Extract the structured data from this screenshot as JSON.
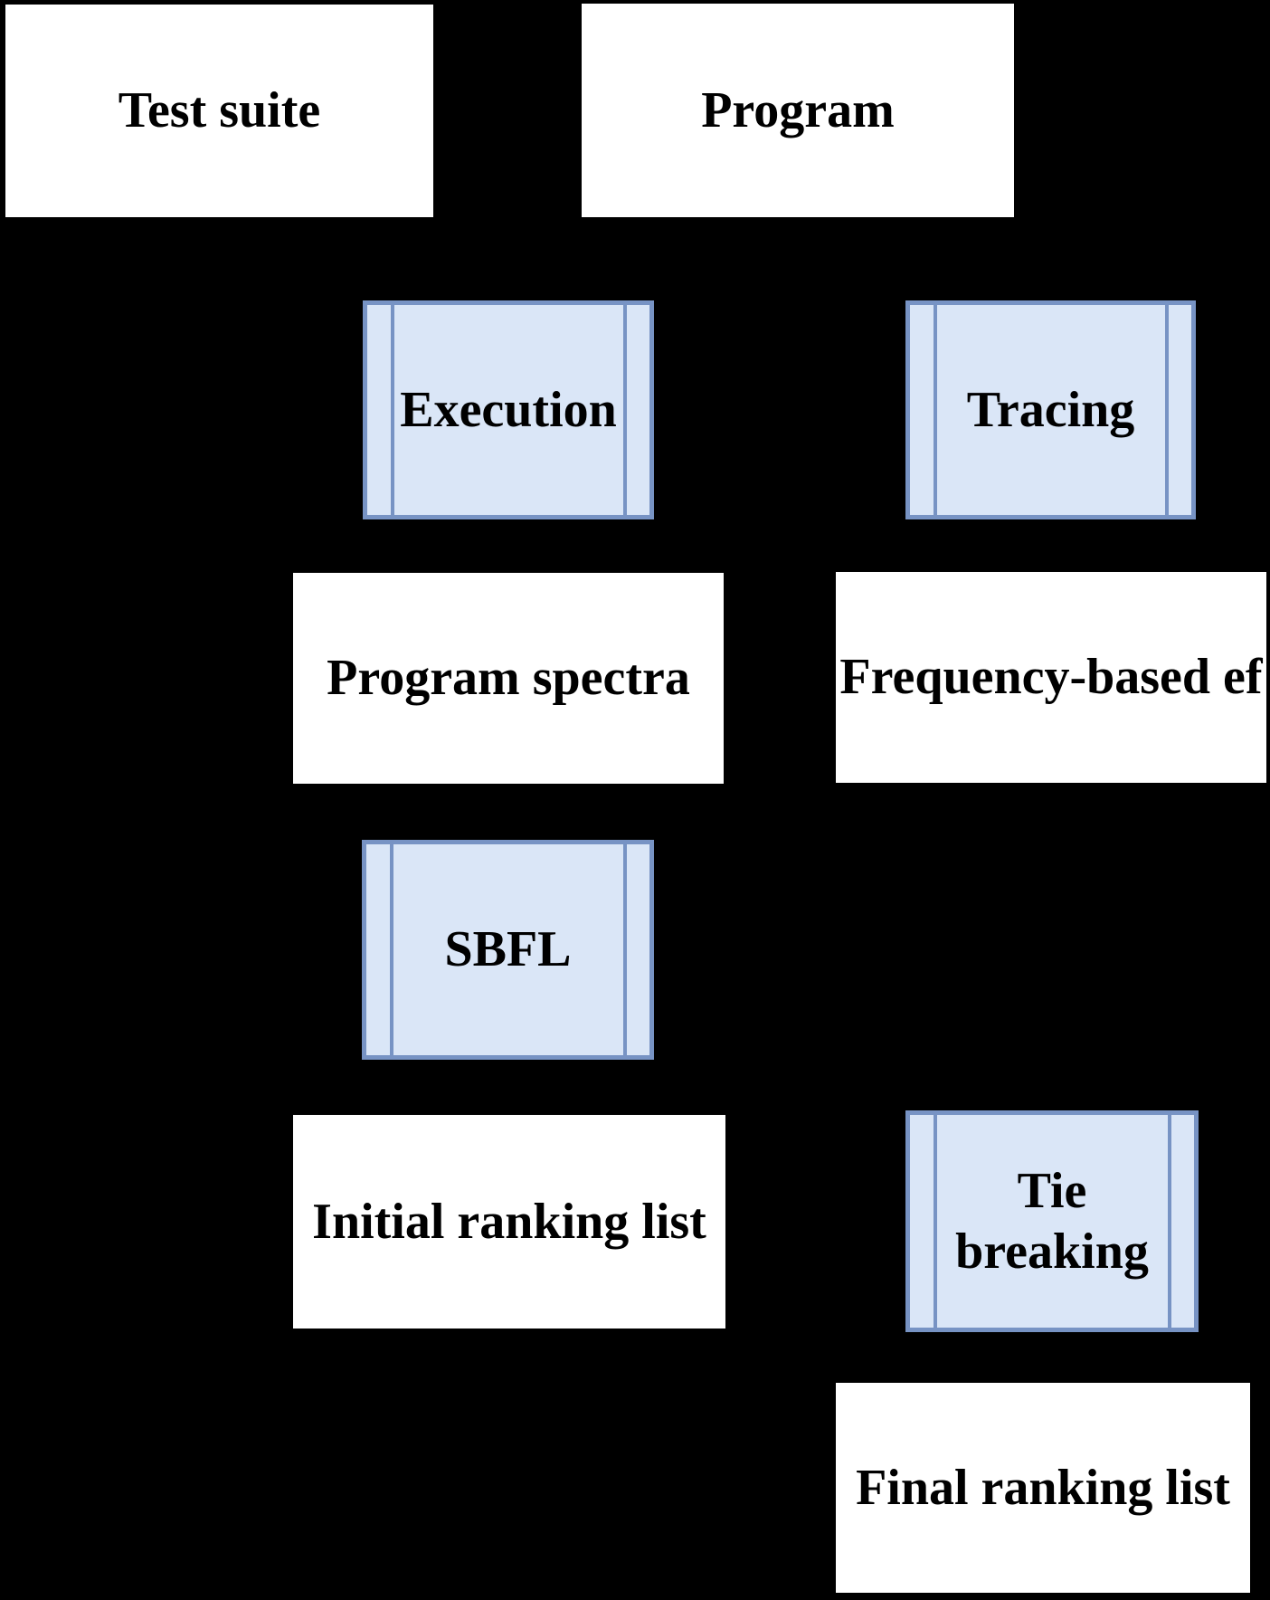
{
  "diagram": {
    "colors": {
      "canvas_bg": "#000000",
      "data_fill": "#ffffff",
      "process_fill": "#dae6f7",
      "process_border": "#7793c4",
      "text_color": "#000000"
    },
    "nodes": {
      "test_suite": {
        "label": "Test suite",
        "shape": "rectangle"
      },
      "program": {
        "label": "Program",
        "shape": "rectangle"
      },
      "execution": {
        "label": "Execution",
        "shape": "predefined-process"
      },
      "tracing": {
        "label": "Tracing",
        "shape": "predefined-process"
      },
      "program_spectra": {
        "label": "Program spectra",
        "shape": "rectangle"
      },
      "frequency_based_ef": {
        "label": "Frequency-based ef",
        "shape": "rectangle"
      },
      "sbfl": {
        "label": "SBFL",
        "shape": "predefined-process"
      },
      "initial_ranking": {
        "label": "Initial ranking list",
        "shape": "rectangle"
      },
      "tie_breaking": {
        "label": "Tie breaking",
        "shape": "predefined-process"
      },
      "final_ranking": {
        "label": "Final ranking list",
        "shape": "rectangle"
      }
    }
  }
}
